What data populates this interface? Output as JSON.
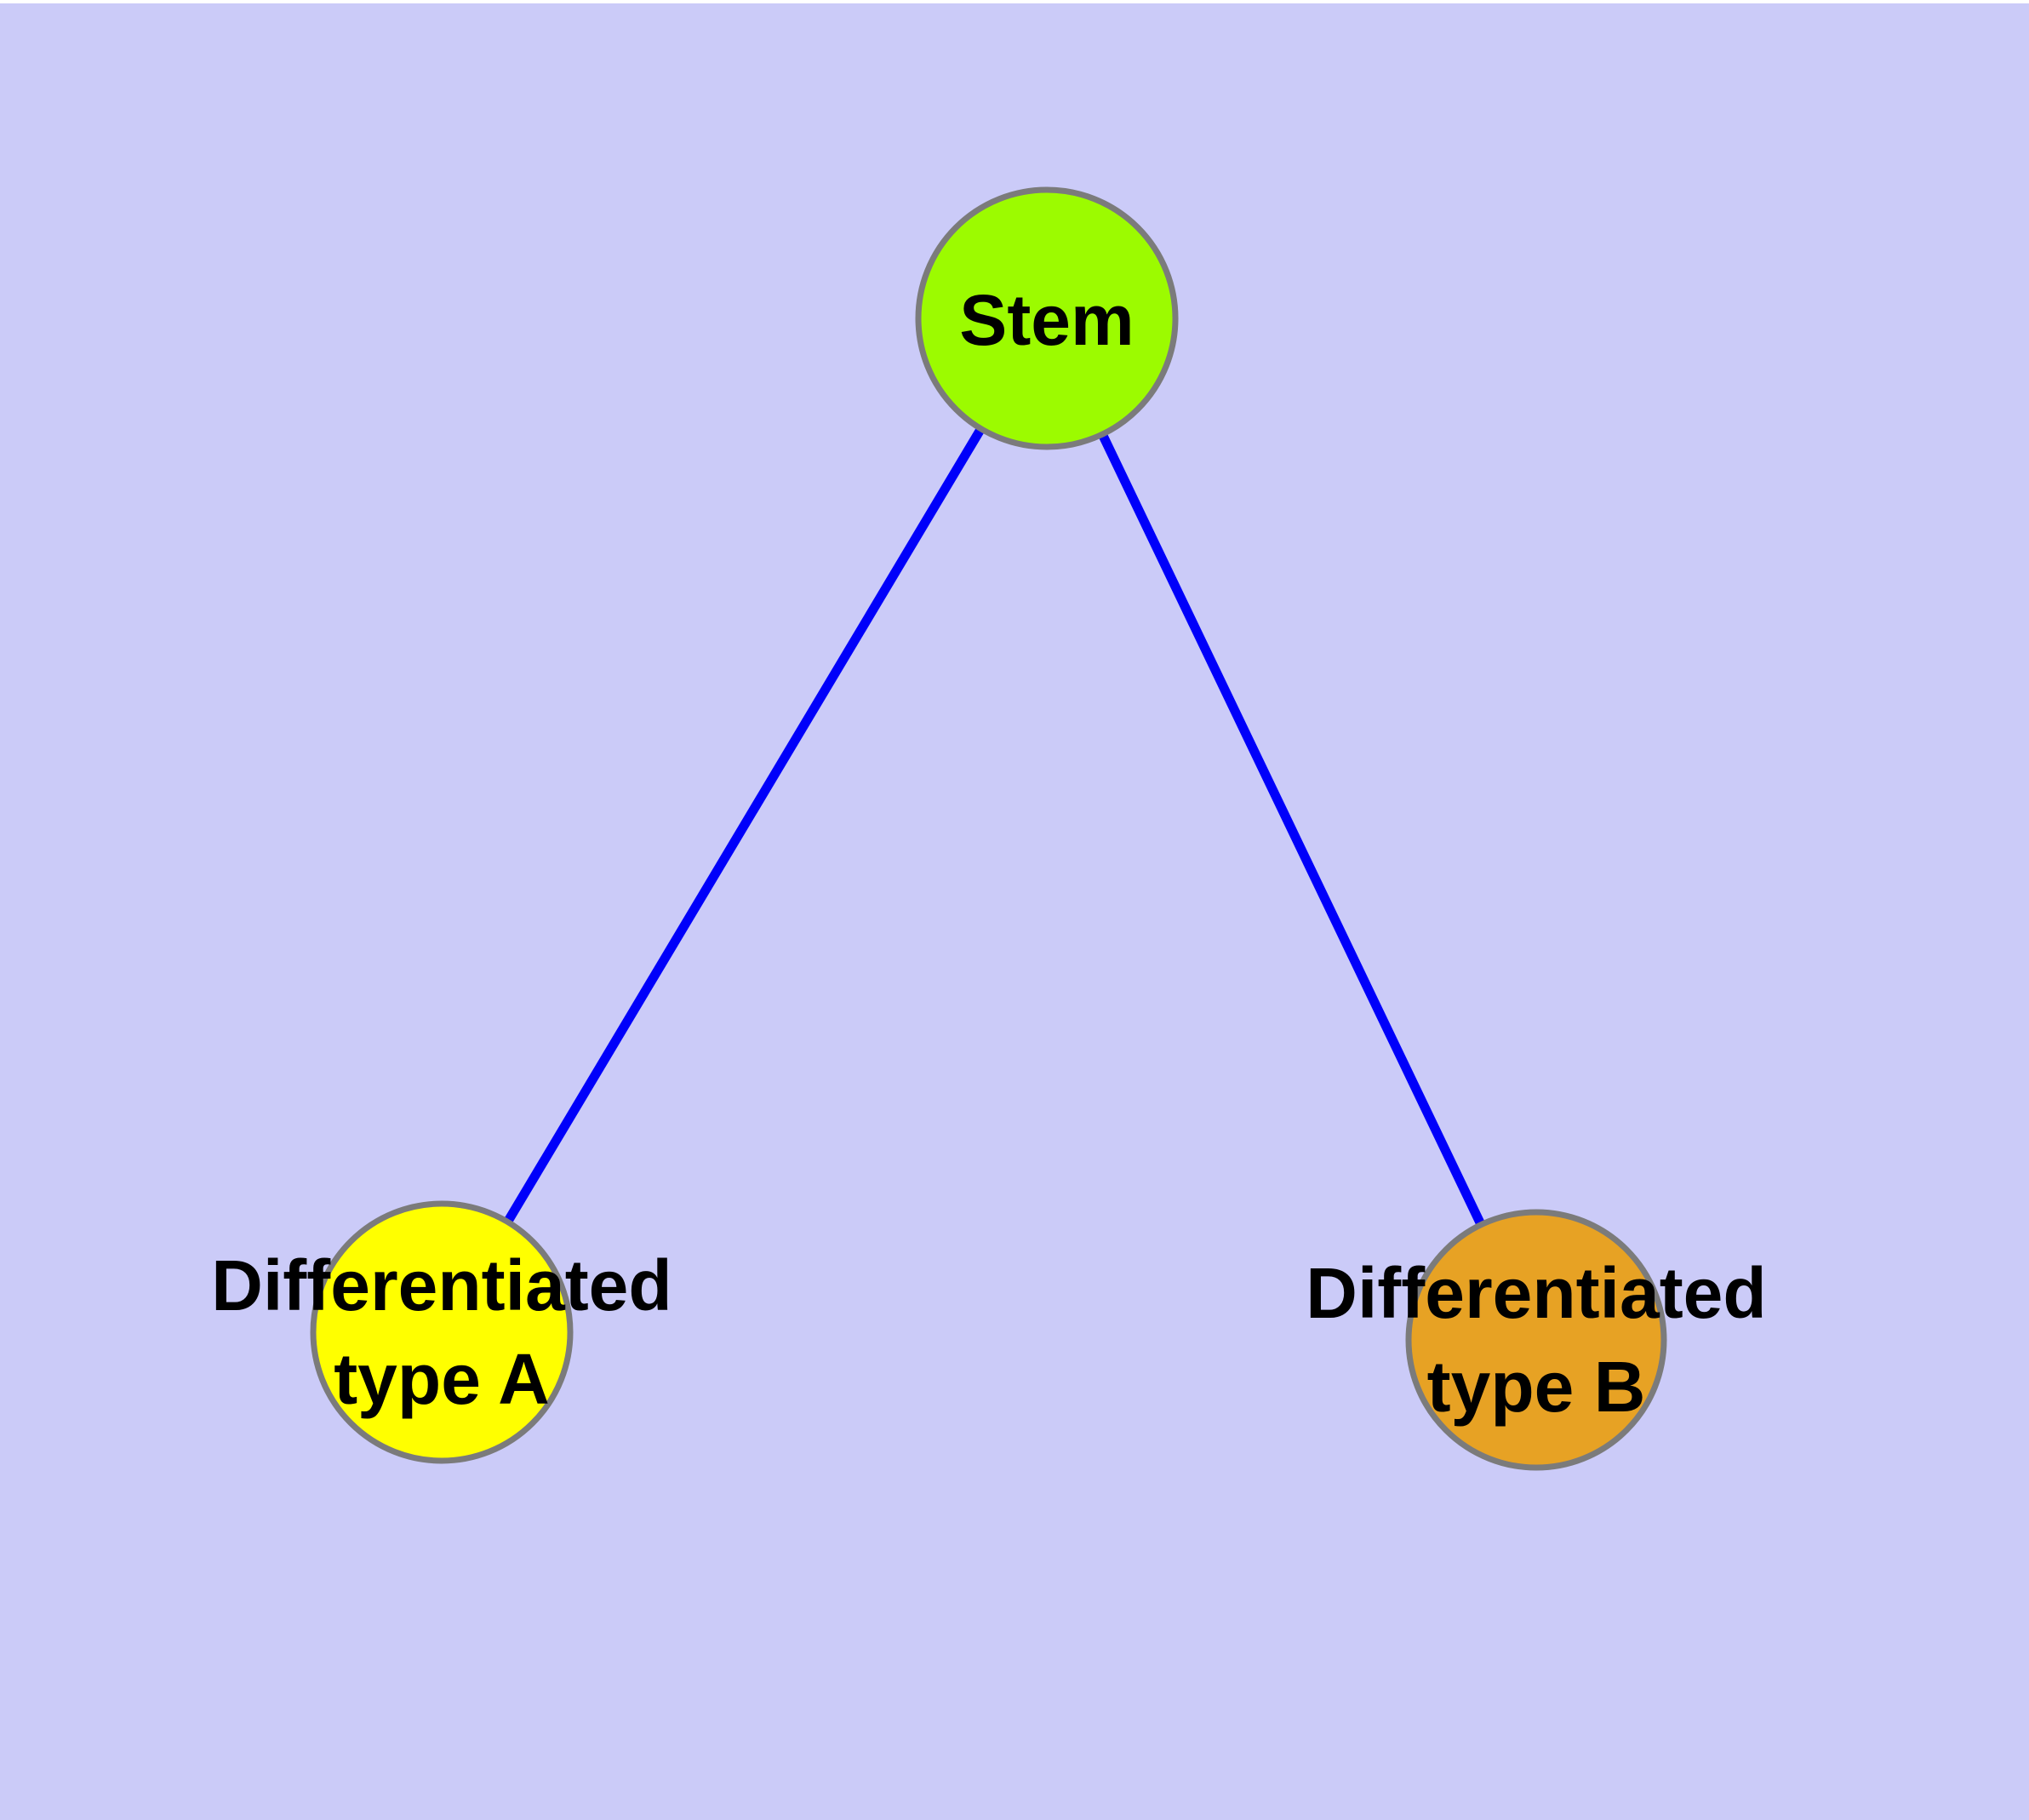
{
  "diagram": {
    "type": "graph",
    "background_color": "#cbcbf8",
    "top_edge_color": "#ffffff",
    "edge_color": "#0000fa",
    "node_border_color": "#7b7b7b",
    "text_color": "#000000",
    "nodes": [
      {
        "id": "stem",
        "label": "Stem",
        "lines": [
          "Stem"
        ],
        "color": "#9cfb00"
      },
      {
        "id": "differentiated-type-a",
        "label": "Differentiated type A",
        "lines": [
          "Differentiated",
          "type A"
        ],
        "color": "#ffff00"
      },
      {
        "id": "differentiated-type-b",
        "label": "Differentiated type B",
        "lines": [
          "Differentiated",
          "type B"
        ],
        "color": "#e7a224"
      }
    ],
    "edges": [
      {
        "from": "Stem",
        "to": "Differentiated type A"
      },
      {
        "from": "Stem",
        "to": "Differentiated type B"
      }
    ]
  }
}
